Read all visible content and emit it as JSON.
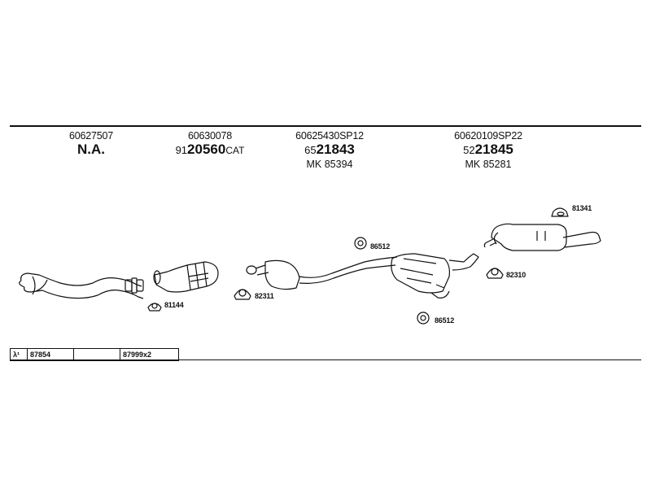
{
  "columns": [
    {
      "id": "c1",
      "code": "60627507",
      "main": "N.A.",
      "pre": "",
      "suffix": "",
      "mk": ""
    },
    {
      "id": "c2",
      "code": "60630078",
      "main": "20560",
      "pre": "91",
      "suffix": "CAT",
      "mk": ""
    },
    {
      "id": "c3",
      "code": "60625430SP12",
      "main": "21843",
      "pre": "65",
      "suffix": "",
      "mk": "MK 85394"
    },
    {
      "id": "c4",
      "code": "60620109SP22",
      "main": "21845",
      "pre": "52",
      "suffix": "",
      "mk": "MK 85281"
    }
  ],
  "parts": {
    "p81341": "81341",
    "p86512a": "86512",
    "p82310": "82310",
    "p82311": "82311",
    "p81144": "81144",
    "p86512b": "86512"
  },
  "table": {
    "lambda": "λ¹",
    "c1": "87854",
    "c2": "",
    "c3": "87999x2"
  }
}
